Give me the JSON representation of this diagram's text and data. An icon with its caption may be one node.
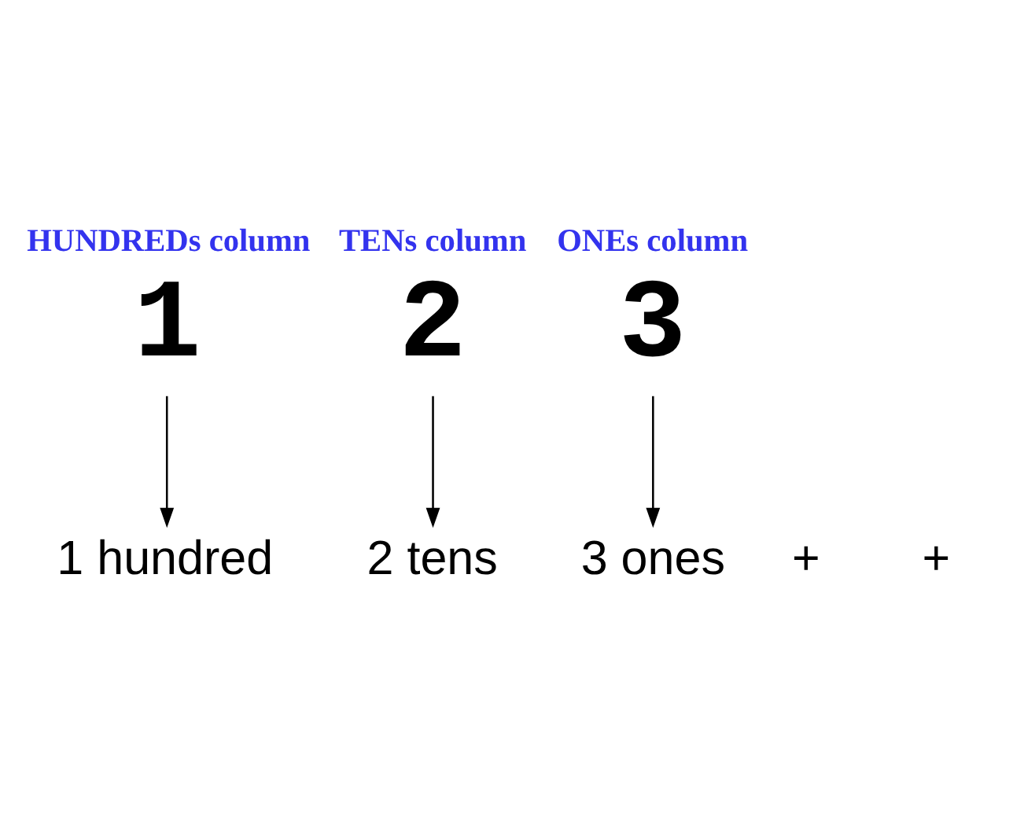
{
  "diagram": {
    "nodes": [
      {
        "text": [
          "1"
        ],
        "beside": [
          "HUNDREDs column"
        ]
      },
      {
        "text": [
          "2"
        ],
        "beside": [
          "TENs column"
        ]
      },
      {
        "text": [
          "3"
        ],
        "beside": [
          "ONEs column"
        ]
      },
      {
        "text": [
          "1 hundred"
        ]
      },
      {
        "text": [
          "2 tens"
        ]
      },
      {
        "text": [
          "3 ones"
        ]
      }
    ],
    "edges": [
      {
        "from": 0,
        "to": 3,
        "arrow": "to"
      },
      {
        "from": 1,
        "to": 4,
        "arrow": "to"
      },
      {
        "from": 2,
        "to": 5,
        "arrow": "to"
      }
    ],
    "labels": [
      "+",
      "+"
    ]
  }
}
